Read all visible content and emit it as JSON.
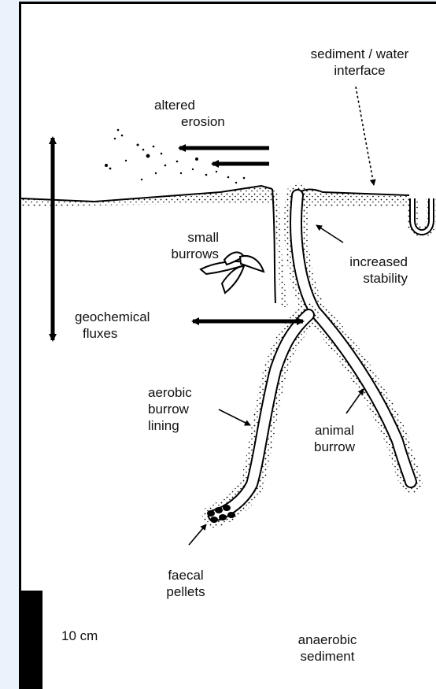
{
  "labels": {
    "sediment_water_interface": [
      "sediment / water",
      "interface"
    ],
    "altered_erosion": [
      "altered",
      "erosion"
    ],
    "small_burrows": [
      "small",
      "burrows"
    ],
    "increased_stability": [
      "increased",
      "stability"
    ],
    "geochemical_fluxes": [
      "geochemical",
      "fluxes"
    ],
    "aerobic_burrow_lining": [
      "aerobic",
      "burrow",
      "lining"
    ],
    "animal_burrow": [
      "animal",
      "burrow"
    ],
    "faecal_pellets": [
      "faecal",
      "pellets"
    ],
    "scale": "10 cm",
    "anaerobic_sediment": [
      "anaerobic",
      "sediment"
    ]
  },
  "colors": {
    "ink": "#000000",
    "panel": "#ffffff",
    "page_bg": "#eaf3fb"
  }
}
